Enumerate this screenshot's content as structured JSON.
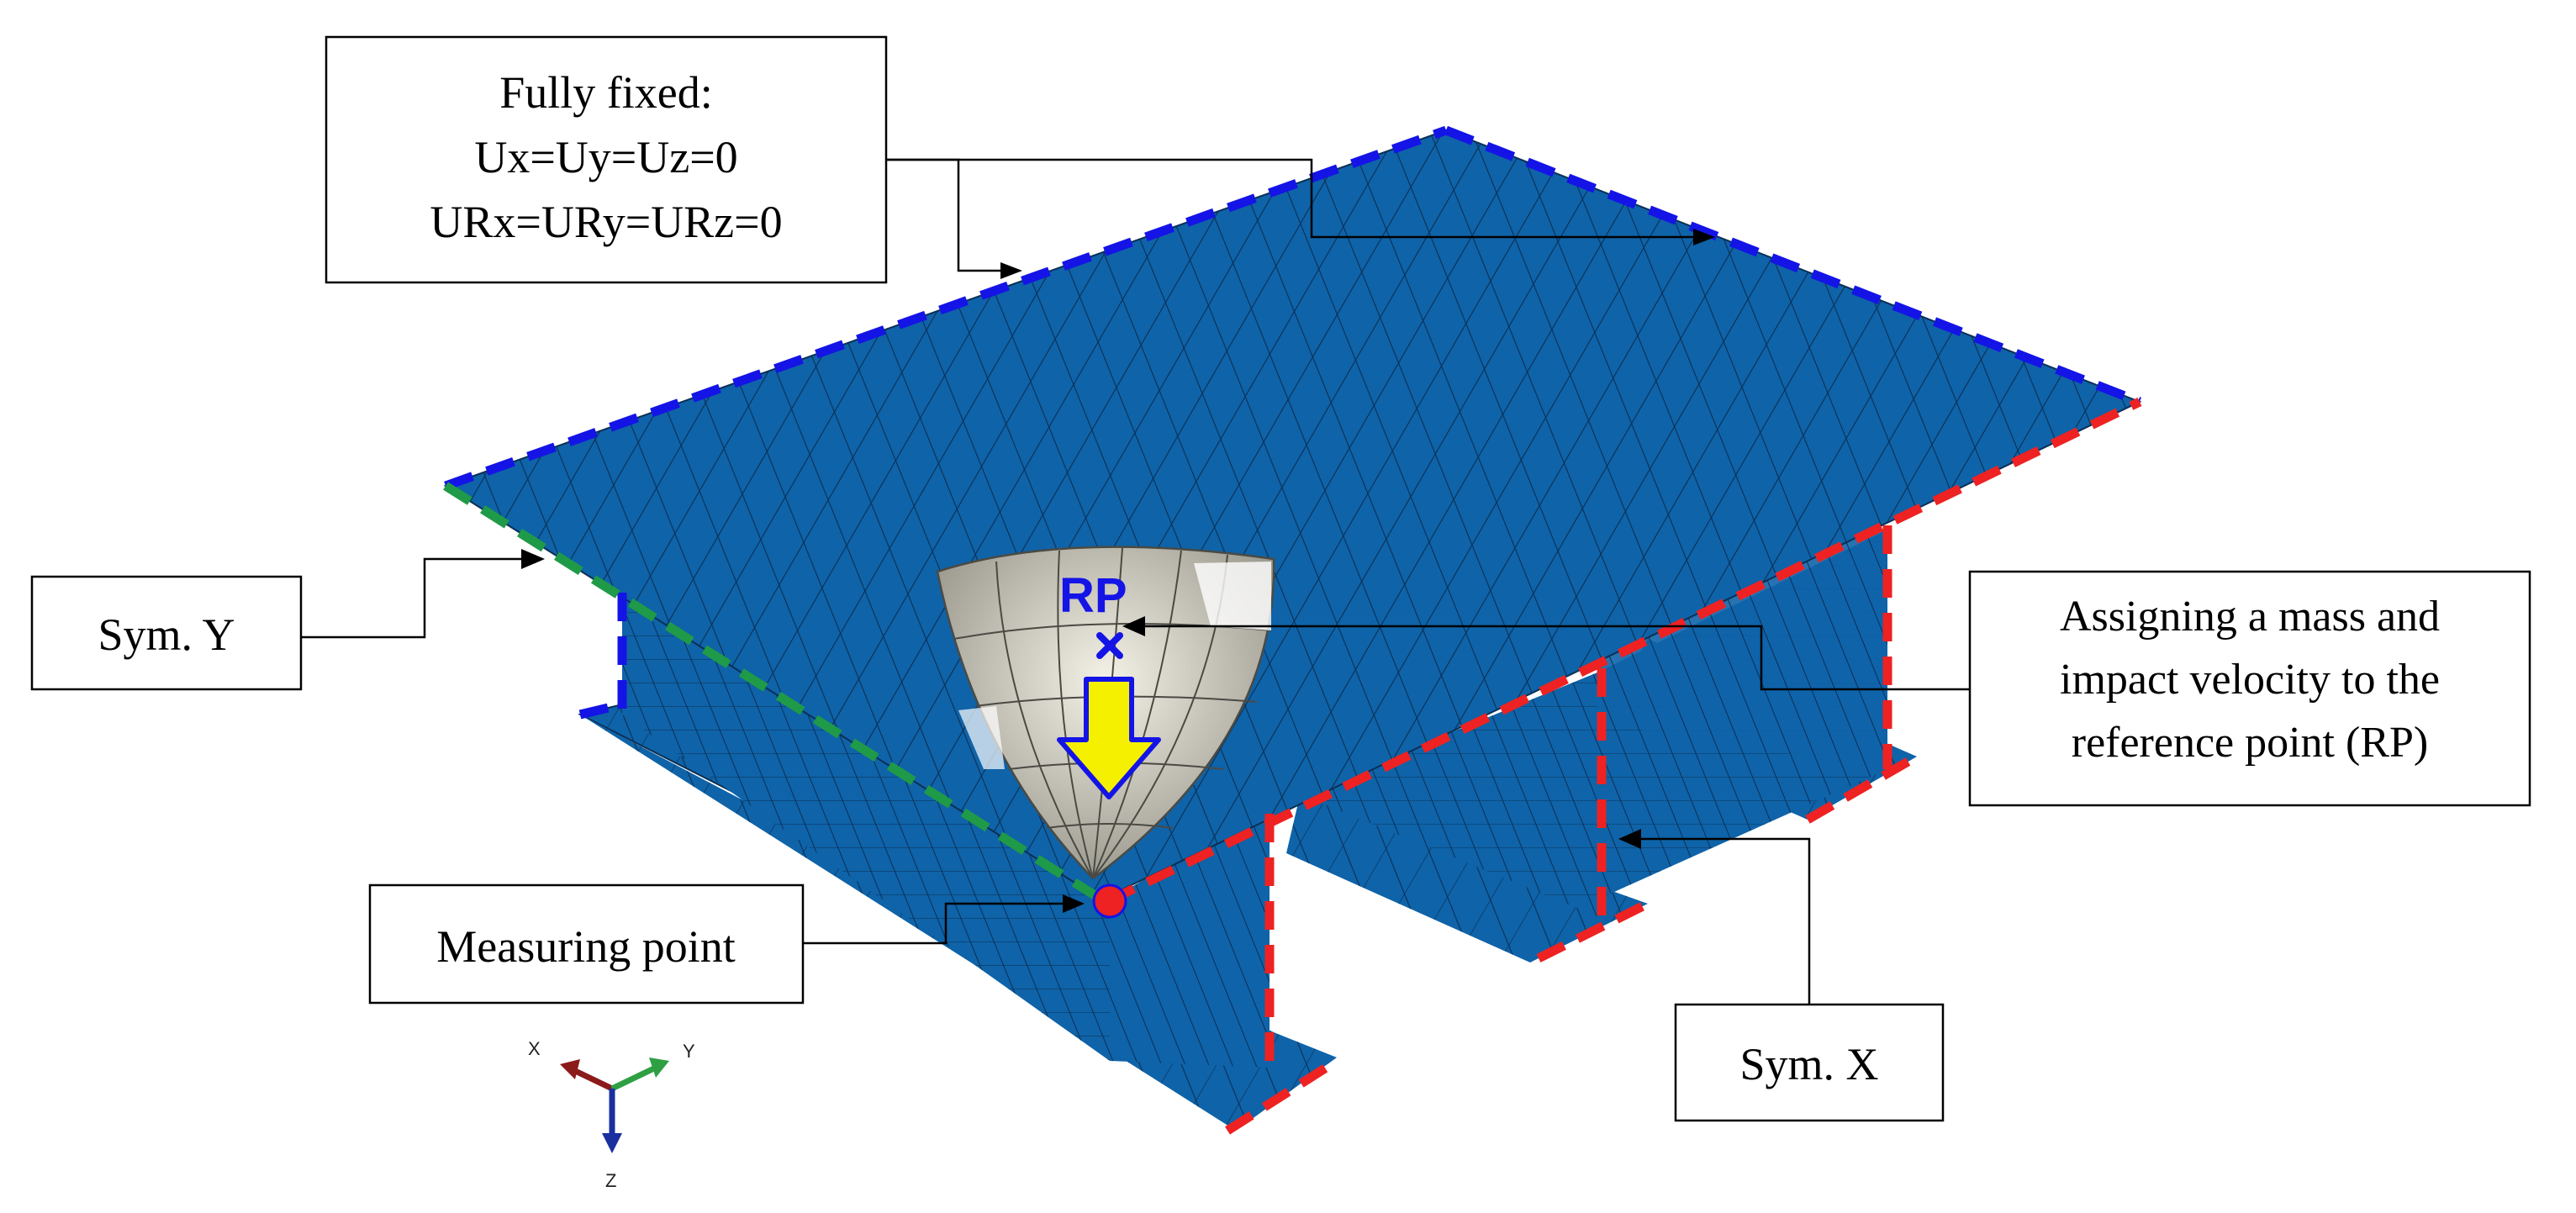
{
  "callouts": {
    "fixed": {
      "line1": "Fully fixed:",
      "line2": "Ux=Uy=Uz=0",
      "line3": "URx=URy=URz=0"
    },
    "sym_y": {
      "text": "Sym. Y"
    },
    "mass": {
      "line1": "Assigning a mass and",
      "line2": "impact velocity to the",
      "line3": "reference point (RP)"
    },
    "measuring": {
      "text": "Measuring point"
    },
    "sym_x": {
      "text": "Sym. X"
    }
  },
  "model": {
    "rp_label": "RP",
    "shell_color": "#0f63a8",
    "mesh_line_color": "#0a2f55",
    "impactor_color": "#d7d2c2",
    "arrow_color": "#f5f000"
  },
  "boundary_colors": {
    "fully_fixed": "#1414e6",
    "sym_y": "#1f9a48",
    "sym_x": "#ee2222"
  },
  "triad": {
    "x": "X",
    "y": "Y",
    "z": "Z"
  }
}
